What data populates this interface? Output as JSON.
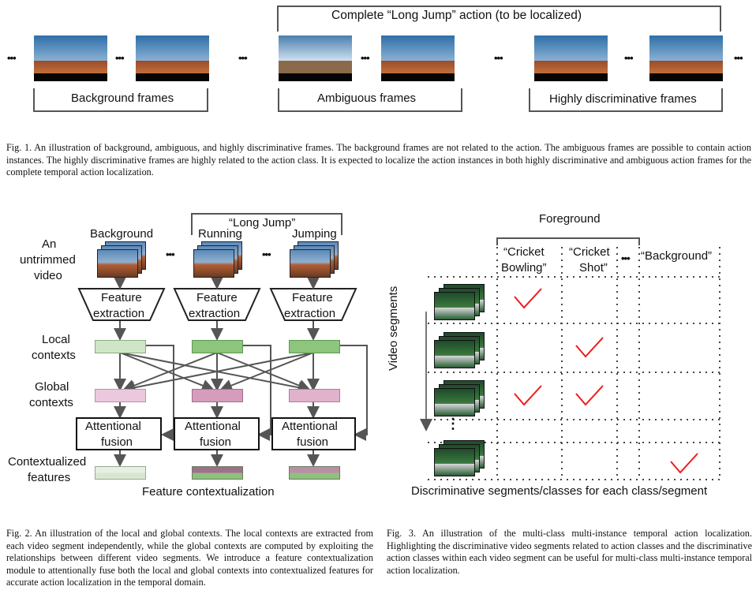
{
  "fig1": {
    "top_label": "Complete “Long Jump” action (to be localized)",
    "labels": [
      "Background frames",
      "Ambiguous frames",
      "Highly discriminative frames"
    ],
    "ellipsis": "•••",
    "caption": "Fig. 1.  An illustration of background, ambiguous, and highly discriminative frames. The background frames are not related to the action. The ambiguous frames are possible to contain action instances. The highly discriminative frames are highly related to the action class. It is expected to localize the action instances in both highly discriminative and ambiguous action frames for the complete temporal action localization."
  },
  "fig2": {
    "long_jump": "“Long Jump”",
    "col_headers": [
      "Background",
      "Running",
      "Jumping"
    ],
    "row_untrimmed": [
      "An",
      "untrimmed",
      "video"
    ],
    "feature_extraction": [
      "Feature",
      "extraction"
    ],
    "local_contexts": [
      "Local",
      "contexts"
    ],
    "global_contexts": [
      "Global",
      "contexts"
    ],
    "attentional_fusion": [
      "Attentional",
      "fusion"
    ],
    "contextualized": [
      "Contextualized",
      "features"
    ],
    "bottom": "Feature contextualization",
    "ellipsis": "•••",
    "caption": "Fig. 2.  An illustration of the local and global contexts. The local contexts are extracted from each video segment independently, while the global contexts are computed by exploiting the relationships between different video segments. We introduce a feature contextualization module to attentionally fuse both the local and global contexts into contextualized features for accurate action localization in the temporal domain."
  },
  "fig3": {
    "foreground": "Foreground",
    "classes": [
      [
        "“Cricket",
        "Bowling”"
      ],
      [
        "“Cricket",
        "Shot”"
      ]
    ],
    "ellipsis": "•••",
    "background": "“Background”",
    "side": "Video segments",
    "vdots": "⋮",
    "bottom": "Discriminative segments/classes for each class/segment",
    "caption": "Fig. 3.  An illustration of the multi-class multi-instance temporal action localization. Highlighting the discriminative video segments related to action classes and the discriminative action classes within each video segment can be useful for multi-class multi-instance temporal action localization."
  },
  "colors": {
    "local": "#b9dcae",
    "local_strong": "#8bc37a",
    "global": "#e4b6cf",
    "global_strong": "#c98fb0",
    "check": "#ee1c1c",
    "arrow": "#555555"
  }
}
